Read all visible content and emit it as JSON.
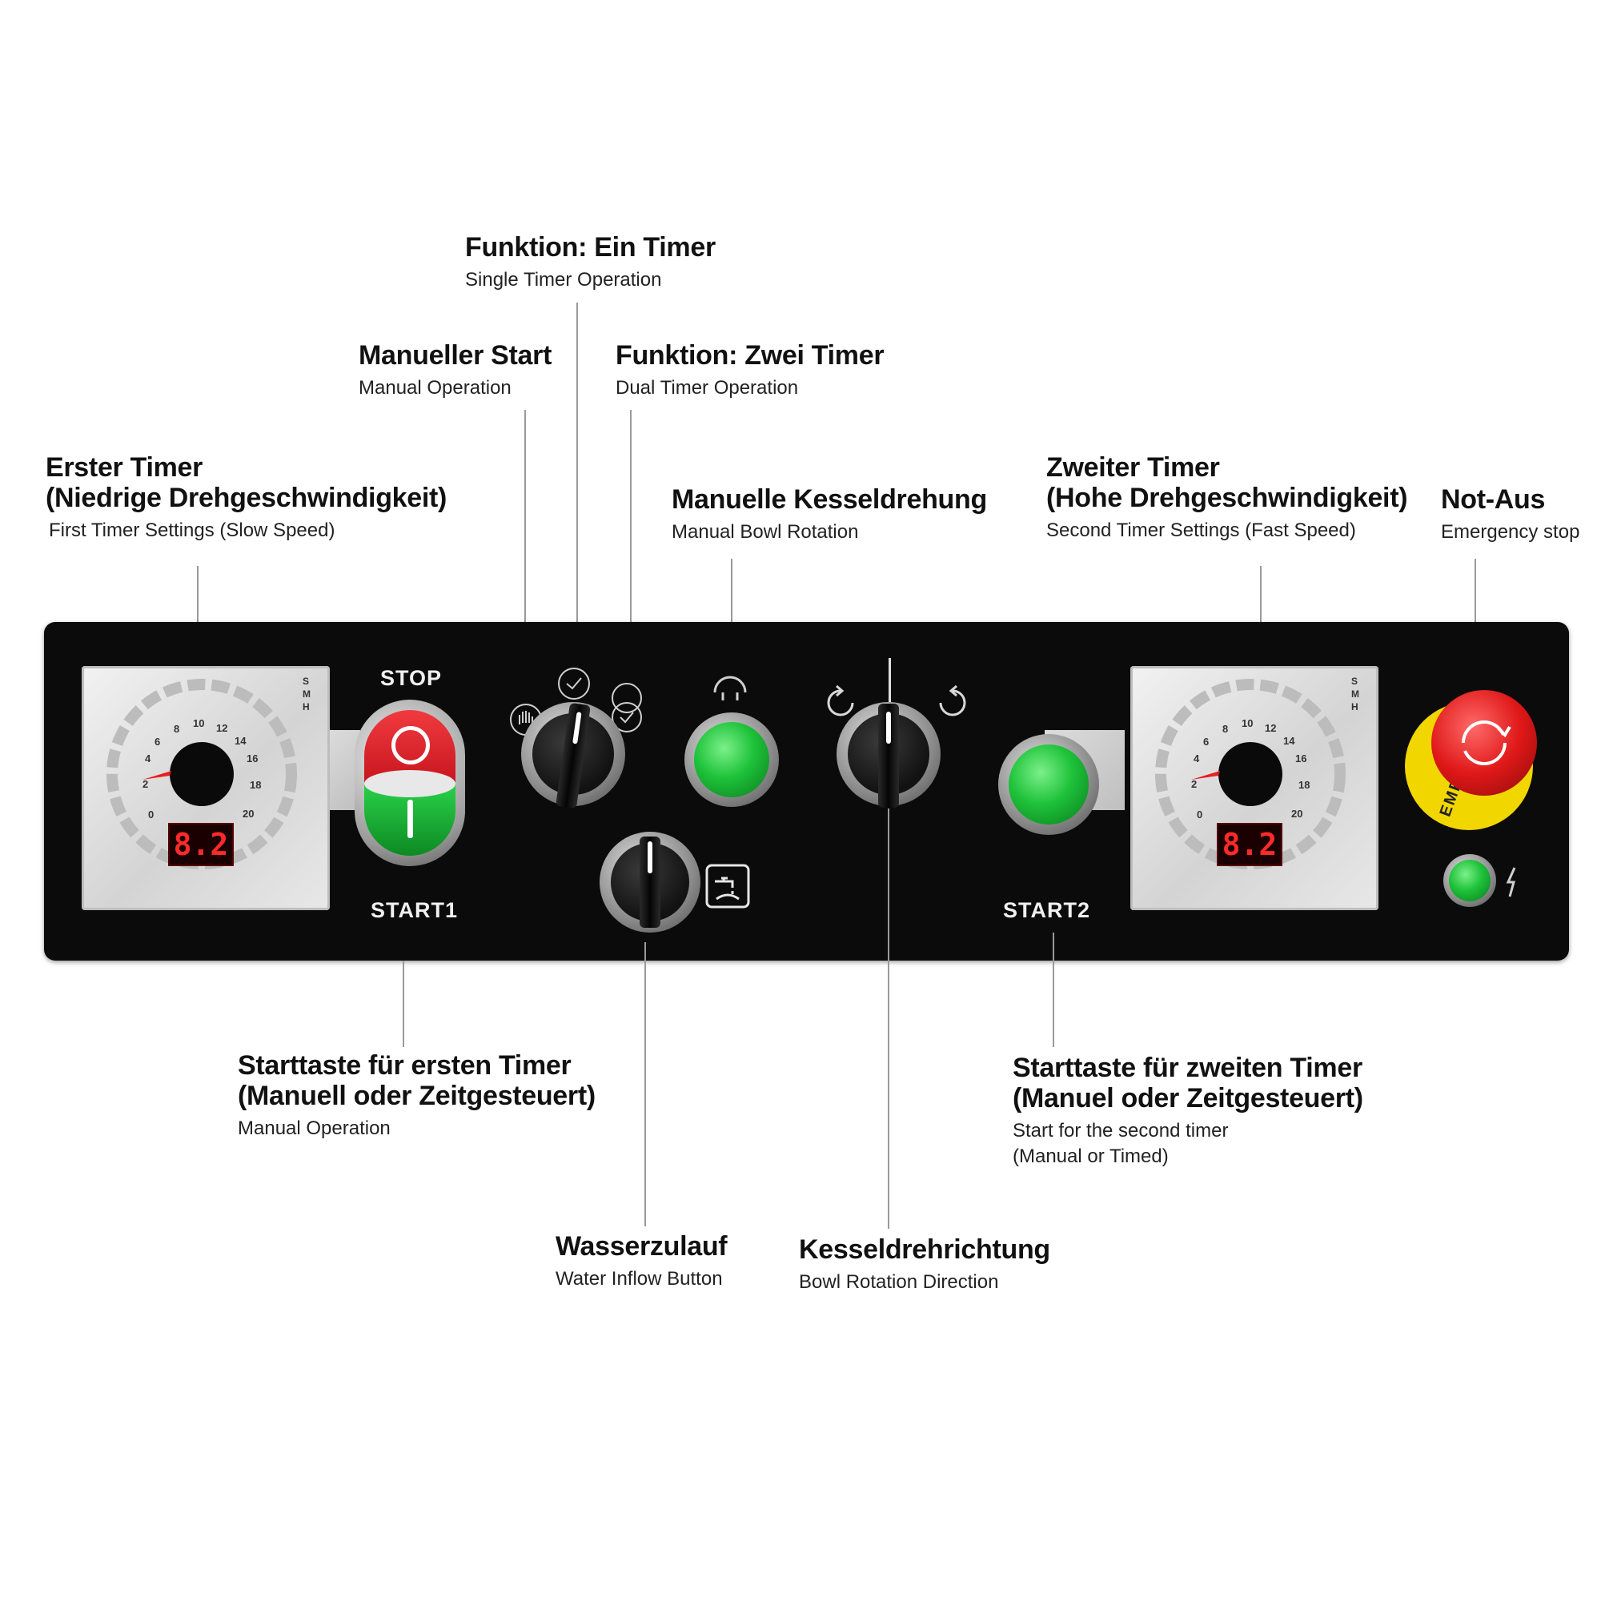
{
  "callouts": {
    "first_timer": {
      "de_line1": "Erster Timer",
      "de_line2": "(Niedrige Drehgeschwindigkeit)",
      "en": "First Timer Settings (Slow Speed)"
    },
    "manual_start": {
      "de": "Manueller Start",
      "en": "Manual Operation"
    },
    "single_timer": {
      "de": "Funktion: Ein Timer",
      "en": "Single Timer Operation"
    },
    "dual_timer": {
      "de": "Funktion: Zwei Timer",
      "en": "Dual Timer Operation"
    },
    "manual_bowl": {
      "de": "Manuelle Kesseldrehung",
      "en": "Manual Bowl Rotation"
    },
    "second_timer": {
      "de_line1": "Zweiter Timer",
      "de_line2": "(Hohe Drehgeschwindigkeit)",
      "en": "Second Timer Settings (Fast Speed)"
    },
    "emergency": {
      "de": "Not-Aus",
      "en": "Emergency stop"
    },
    "start_first": {
      "de_line1": "Starttaste für ersten Timer",
      "de_line2": "(Manuell oder Zeitgesteuert)",
      "en": "Manual Operation"
    },
    "start_second": {
      "de_line1": "Starttaste für zweiten Timer",
      "de_line2": "(Manuel oder Zeitgesteuert)",
      "en_line1": "Start for the second timer",
      "en_line2": "(Manual or Timed)"
    },
    "water": {
      "de": "Wasserzulauf",
      "en": "Water Inflow Button"
    },
    "direction": {
      "de": "Kesseldrehrichtung",
      "en": "Bowl Rotation Direction"
    }
  },
  "panel": {
    "stop_label": "STOP",
    "start1_label": "START1",
    "start2_label": "START2",
    "timer1_display": "8.2",
    "timer2_display": "8.2",
    "dial_numbers": [
      "0",
      "2",
      "4",
      "6",
      "8",
      "10",
      "12",
      "14",
      "16",
      "18",
      "20"
    ],
    "speed_marks": [
      "S",
      "M",
      "H"
    ],
    "emergency_ring_text": "EMERGENCY"
  },
  "colors": {
    "panel_bg": "#0b0b0b",
    "stop_red": "#e0202a",
    "start_green": "#1ec23a",
    "lcd_red": "#ff2a2a",
    "emergency_yellow": "#f2d600"
  }
}
